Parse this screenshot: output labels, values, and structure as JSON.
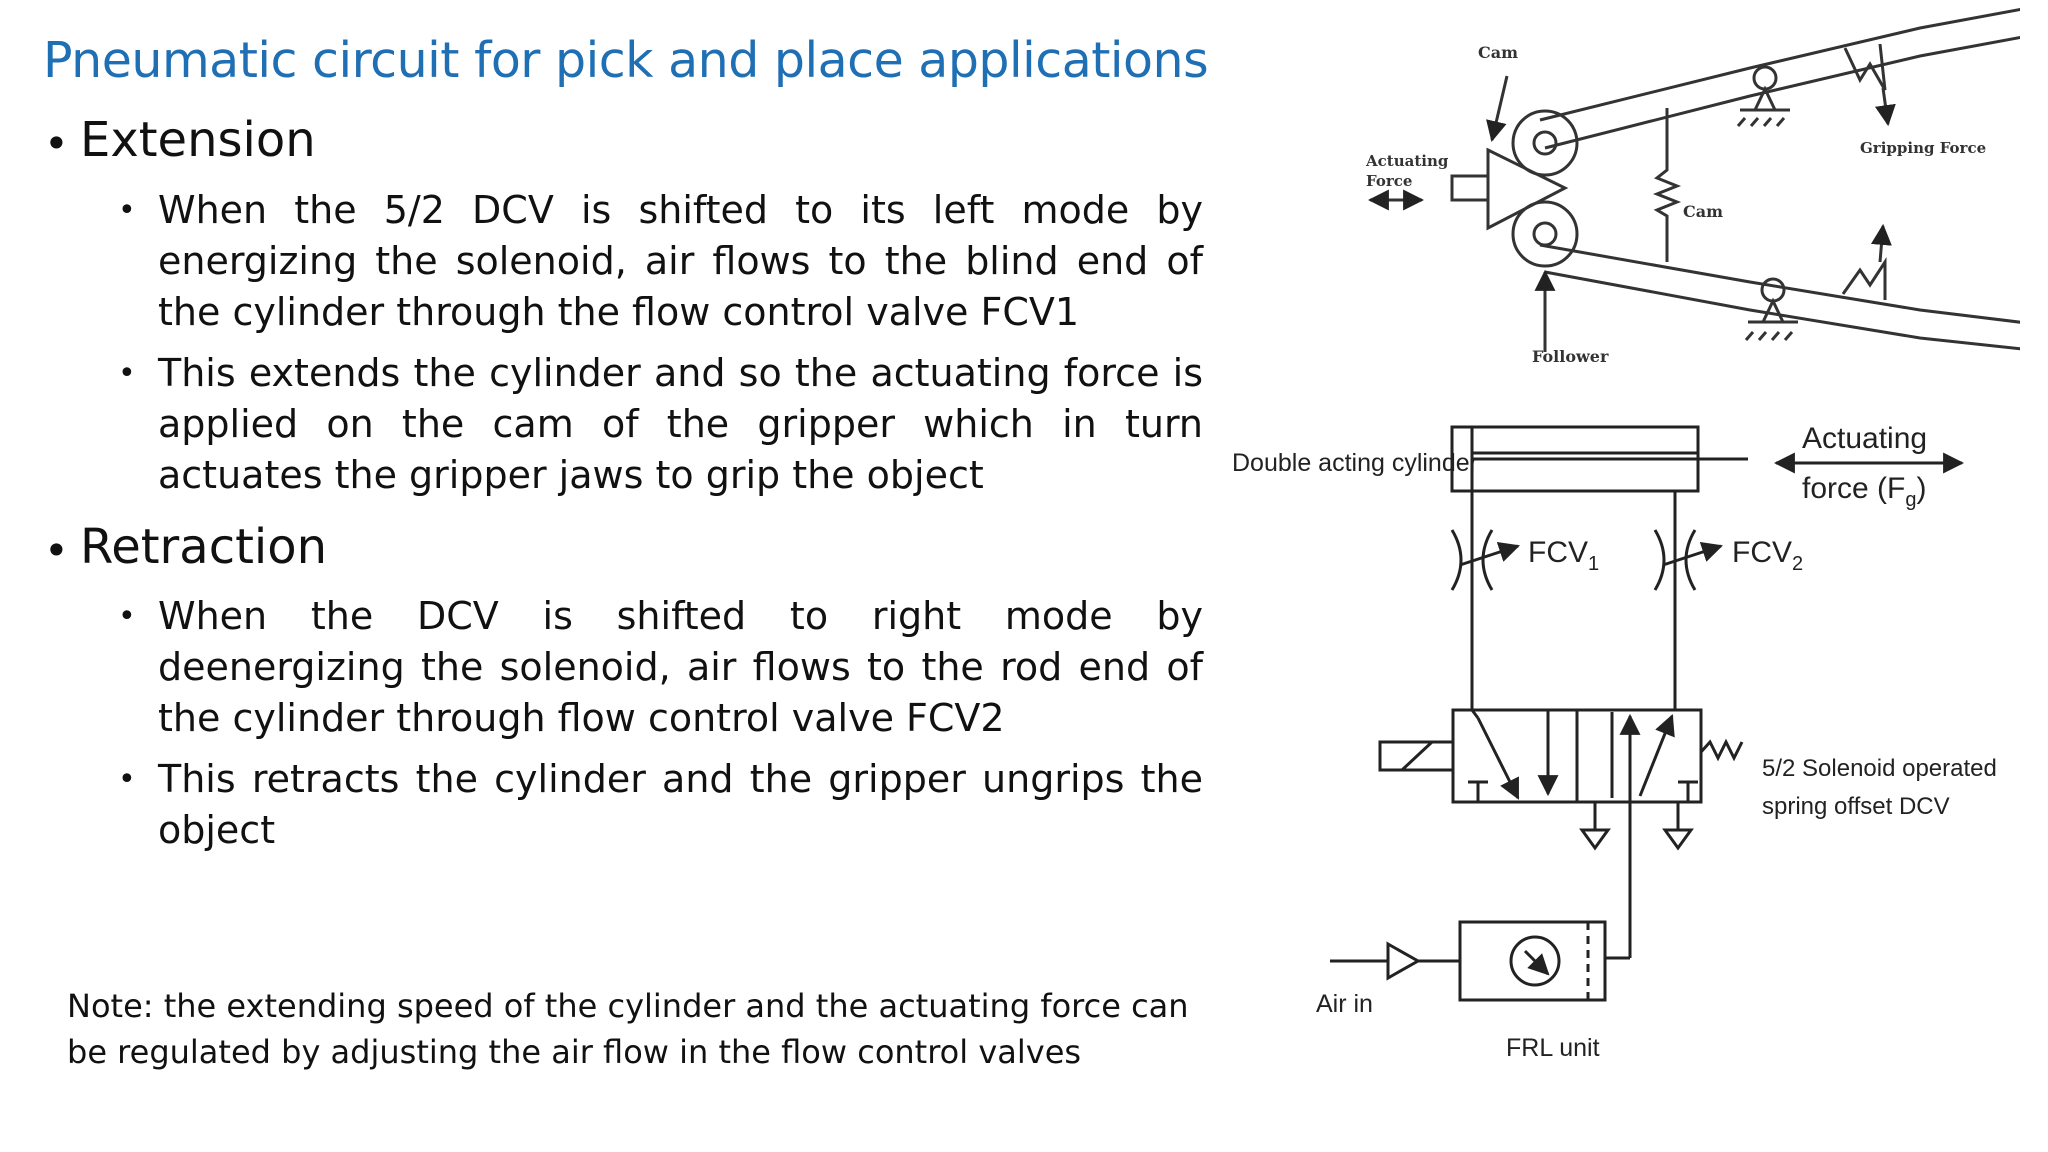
{
  "title": "Pneumatic circuit for pick and place applications",
  "sections": [
    {
      "heading": "Extension",
      "bullets": [
        "When the 5/2 DCV is shifted to its left mode by energizing the solenoid, air flows to the blind end of the cylinder through the flow control valve FCV1",
        "This extends the cylinder and so the actuating force is applied on the cam of the gripper which in turn actuates the gripper jaws to grip the object"
      ]
    },
    {
      "heading": "Retraction",
      "bullets": [
        "When the DCV is shifted to right mode by deenergizing the solenoid, air flows to the rod end of the cylinder through flow control valve FCV2",
        "This retracts the cylinder and the gripper ungrips the object"
      ]
    }
  ],
  "note": "Note: the extending speed of the cylinder and the actuating force can be regulated by adjusting the air flow in the flow control valves",
  "gripper_labels": {
    "cam_top": "Cam",
    "actuating_force_1": "Actuating",
    "actuating_force_2": "Force",
    "cam_right": "Cam",
    "gripping_force": "Gripping Force",
    "follower": "Follower"
  },
  "circuit_labels": {
    "double_acting_cylinder": "Double acting cylinder",
    "actuating_force_1": "Actuating",
    "actuating_force_2": "force (F",
    "actuating_force_sub": "g",
    "actuating_force_end": ")",
    "fcv1": "FCV",
    "fcv1_sub": "1",
    "fcv2": "FCV",
    "fcv2_sub": "2",
    "dcv_1": "5/2 Solenoid operated",
    "dcv_2": "spring offset DCV",
    "air_in": "Air in",
    "frl_unit": "FRL unit"
  }
}
